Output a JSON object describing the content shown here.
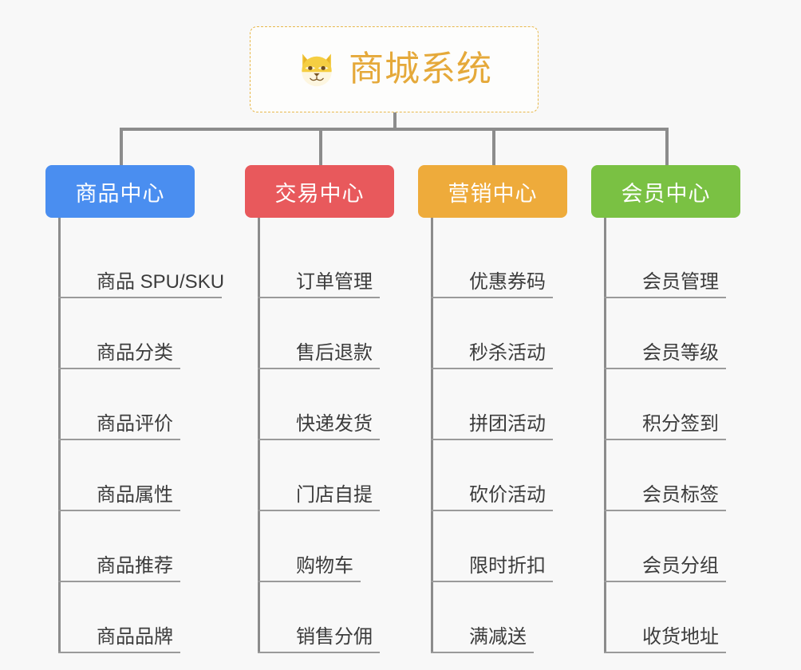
{
  "root": {
    "title": "商城系统",
    "icon": "shiba-dog-icon",
    "border_color": "#e8b84b",
    "text_color": "#e5a93a"
  },
  "connector_color": "#8c8c8c",
  "background_color": "#f8f8f8",
  "columns": [
    {
      "header": "商品中心",
      "color": "#4a8ef0",
      "items": [
        {
          "label": "商品 SPU/SKU",
          "rule_width": 205
        },
        {
          "label": "商品分类",
          "rule_width": 153
        },
        {
          "label": "商品评价",
          "rule_width": 153
        },
        {
          "label": "商品属性",
          "rule_width": 153
        },
        {
          "label": "商品推荐",
          "rule_width": 153
        },
        {
          "label": "商品品牌",
          "rule_width": 153
        }
      ]
    },
    {
      "header": "交易中心",
      "color": "#e8595c",
      "items": [
        {
          "label": "订单管理",
          "rule_width": 153
        },
        {
          "label": "售后退款",
          "rule_width": 153
        },
        {
          "label": "快递发货",
          "rule_width": 153
        },
        {
          "label": "门店自提",
          "rule_width": 153
        },
        {
          "label": "购物车",
          "rule_width": 129
        },
        {
          "label": "销售分佣",
          "rule_width": 153
        }
      ]
    },
    {
      "header": "营销中心",
      "color": "#eeab3b",
      "items": [
        {
          "label": "优惠券码",
          "rule_width": 153
        },
        {
          "label": "秒杀活动",
          "rule_width": 153
        },
        {
          "label": "拼团活动",
          "rule_width": 153
        },
        {
          "label": "砍价活动",
          "rule_width": 153
        },
        {
          "label": "限时折扣",
          "rule_width": 153
        },
        {
          "label": "满减送",
          "rule_width": 129
        }
      ]
    },
    {
      "header": "会员中心",
      "color": "#7ac143",
      "items": [
        {
          "label": "会员管理",
          "rule_width": 153
        },
        {
          "label": "会员等级",
          "rule_width": 153
        },
        {
          "label": "积分签到",
          "rule_width": 153
        },
        {
          "label": "会员标签",
          "rule_width": 153
        },
        {
          "label": "会员分组",
          "rule_width": 153
        },
        {
          "label": "收货地址",
          "rule_width": 153
        }
      ]
    }
  ]
}
